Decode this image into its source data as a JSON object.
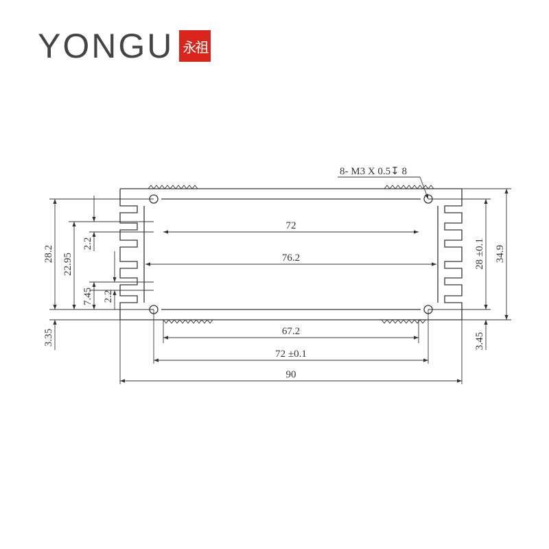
{
  "brand": {
    "name": "YONGU",
    "seal_text": "永祖",
    "seal_color": "#d9251c"
  },
  "drawing": {
    "line_color": "#333333",
    "callout": "8- M3 X 0.5↧ 8",
    "dimensions": {
      "inner_width_top": "72",
      "inner_width_mid": "76.2",
      "inner_width_bottom": "67.2",
      "center_width": "72 ±0.1",
      "overall_width": "90",
      "left_height": "28.2",
      "left_height_inner": "22.95",
      "left_top_offset": "2.2",
      "left_slot_pitch": "7.45",
      "left_slot_width": "2.2",
      "left_bottom_offset": "3.35",
      "right_height": "28 ±0.1",
      "overall_height": "34.9",
      "right_bottom_offset": "3.45"
    }
  }
}
